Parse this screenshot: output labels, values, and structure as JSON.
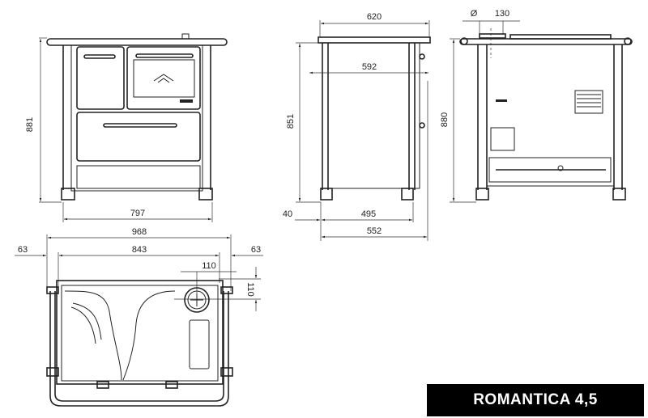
{
  "product_label": "ROMANTICA 4,5",
  "front_view": {
    "height": "881",
    "width": "797"
  },
  "side_view": {
    "top_depth": "620",
    "inner_depth": "592",
    "height": "851",
    "offset": "40",
    "base_depth": "495",
    "total_depth": "552"
  },
  "back_view": {
    "flue_diameter_symbol": "Ø",
    "flue_diameter": "130",
    "height": "880"
  },
  "top_view": {
    "total_width": "968",
    "inner_width": "843",
    "left_overhang": "63",
    "right_overhang": "63",
    "flue_offset_x": "110",
    "flue_offset_y": "110"
  }
}
